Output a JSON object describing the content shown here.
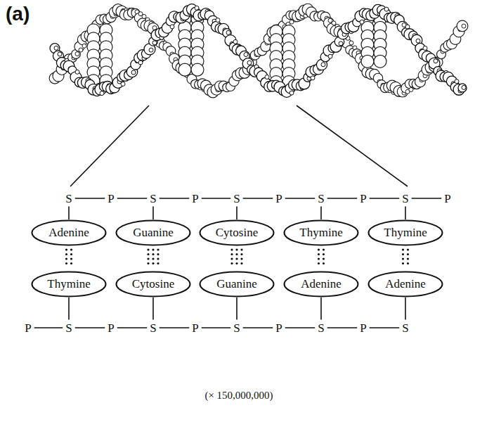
{
  "diagram": {
    "caption": "(× 150,000,000)",
    "nodes": [
      {
        "text": [
          "Adenine"
        ]
      },
      {
        "text": [
          "Guanine"
        ]
      },
      {
        "text": [
          "Cytosine"
        ]
      },
      {
        "text": [
          "Thymine"
        ]
      },
      {
        "text": [
          "Thymine"
        ]
      },
      {
        "text": [
          "Thymine"
        ]
      },
      {
        "text": [
          "Cytosine"
        ]
      },
      {
        "text": [
          "Guanine"
        ]
      },
      {
        "text": [
          "Adenine"
        ]
      },
      {
        "text": [
          "Adenine"
        ]
      }
    ],
    "edges": [
      {
        "from": 0,
        "to": 5,
        "arrow": "none"
      },
      {
        "from": 1,
        "to": 6,
        "arrow": "none"
      },
      {
        "from": 2,
        "to": 7,
        "arrow": "none"
      },
      {
        "from": 3,
        "to": 8,
        "arrow": "none"
      },
      {
        "from": 4,
        "to": 9,
        "arrow": "none"
      }
    ],
    "labels": [
      "(a)",
      "S",
      "P",
      "S",
      "P",
      "S",
      "P",
      "S",
      "P",
      "S",
      "P",
      "P",
      "S",
      "P",
      "S",
      "P",
      "S",
      "P",
      "S",
      "P",
      "S"
    ]
  }
}
